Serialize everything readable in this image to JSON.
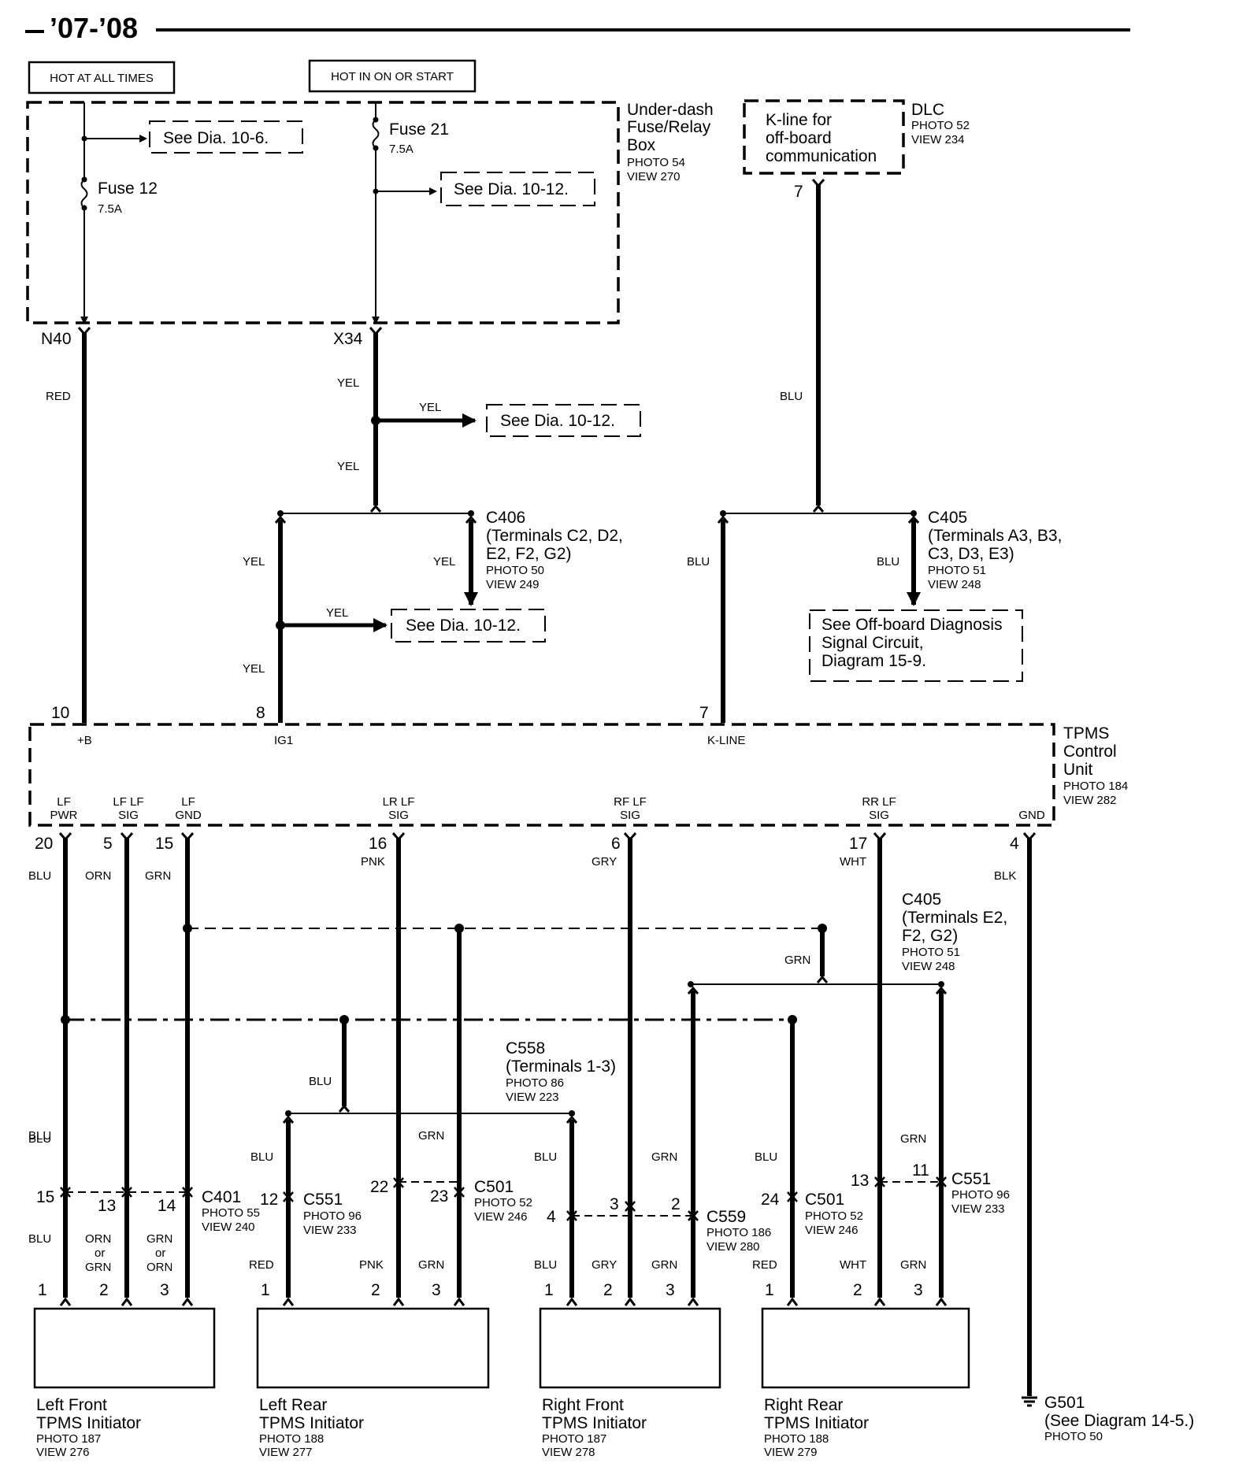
{
  "header": {
    "year_range": "’07-’08"
  },
  "power": {
    "hot_at_all_times": "HOT AT ALL TIMES",
    "hot_in_on_or_start": "HOT IN ON OR START"
  },
  "underdash_box": {
    "title_1": "Under-dash",
    "title_2": "Fuse/Relay",
    "title_3": "Box",
    "photo": "PHOTO 54",
    "view": "VIEW 270"
  },
  "fuse12": {
    "name": "Fuse 12",
    "rating": "7.5A",
    "ref": "See Dia. 10-6.",
    "out_terminal": "N40"
  },
  "fuse21": {
    "name": "Fuse 21",
    "rating": "7.5A",
    "ref": "See Dia. 10-12.",
    "out_terminal": "X34"
  },
  "dlc": {
    "box_1": "K-line for",
    "box_2": "off-board",
    "box_3": "communication",
    "title": "DLC",
    "photo": "PHOTO 52",
    "view": "VIEW 234",
    "pin": "7"
  },
  "wires": {
    "red": "RED",
    "yel": "YEL",
    "blu": "BLU",
    "orn": "ORN",
    "grn": "GRN",
    "pnk": "PNK",
    "gry": "GRY",
    "wht": "WHT",
    "blk": "BLK",
    "or": "or"
  },
  "refs": {
    "yel_branch": "See Dia. 10-12.",
    "ig1_branch": "See Dia. 10-12.",
    "offboard_1": "See Off-board Diagnosis",
    "offboard_2": "Signal Circuit,",
    "offboard_3": "Diagram 15-9."
  },
  "c406": {
    "name": "C406",
    "t1": "(Terminals C2, D2,",
    "t2": "E2, F2, G2)",
    "photo": "PHOTO 50",
    "view": "VIEW 249"
  },
  "c405a": {
    "name": "C405",
    "t1": "(Terminals A3, B3,",
    "t2": "C3, D3, E3)",
    "photo": "PHOTO 51",
    "view": "VIEW 248"
  },
  "c405b": {
    "name": "C405",
    "t1": "(Terminals E2,",
    "t2": "F2, G2)",
    "photo": "PHOTO 51",
    "view": "VIEW 248"
  },
  "tpms_unit": {
    "title_1": "TPMS",
    "title_2": "Control",
    "title_3": "Unit",
    "photo": "PHOTO 184",
    "view": "VIEW 282",
    "top_pins": [
      {
        "num": "10",
        "label": "+B"
      },
      {
        "num": "8",
        "label": "IG1"
      },
      {
        "num": "7",
        "label": "K-LINE"
      }
    ],
    "bottom_pins": [
      {
        "num": "20",
        "l1": "LF",
        "l2": "PWR"
      },
      {
        "num": "5",
        "l1": "LF LF",
        "l2": "SIG"
      },
      {
        "num": "15",
        "l1": "LF",
        "l2": "GND"
      },
      {
        "num": "16",
        "l1": "LR LF",
        "l2": "SIG"
      },
      {
        "num": "6",
        "l1": "RF LF",
        "l2": "SIG"
      },
      {
        "num": "17",
        "l1": "RR LF",
        "l2": "SIG"
      },
      {
        "num": "4",
        "l1": "",
        "l2": "GND"
      }
    ]
  },
  "c558": {
    "name": "C558",
    "t1": "(Terminals 1-3)",
    "photo": "PHOTO 86",
    "view": "VIEW 223"
  },
  "c401": {
    "name": "C401",
    "photo": "PHOTO 55",
    "view": "VIEW 240",
    "pins": [
      "15",
      "13",
      "14"
    ]
  },
  "c551_left": {
    "name": "C551",
    "photo": "PHOTO 96",
    "view": "VIEW 233",
    "pin": "12"
  },
  "c501_left": {
    "name": "C501",
    "photo": "PHOTO 52",
    "view": "VIEW 246",
    "pins": [
      "22",
      "23"
    ]
  },
  "c559": {
    "name": "C559",
    "photo": "PHOTO 186",
    "view": "VIEW 280",
    "pins": [
      "4",
      "3",
      "2"
    ]
  },
  "c501_right": {
    "name": "C501",
    "photo": "PHOTO 52",
    "view": "VIEW 246",
    "pin": "24"
  },
  "c551_right": {
    "name": "C551",
    "photo": "PHOTO 96",
    "view": "VIEW 233",
    "pins": [
      "13",
      "11"
    ]
  },
  "initiators": [
    {
      "l1": "Left Front",
      "l2": "TPMS Initiator",
      "photo": "PHOTO 187",
      "view": "VIEW 276"
    },
    {
      "l1": "Left Rear",
      "l2": "TPMS Initiator",
      "photo": "PHOTO 188",
      "view": "VIEW 277"
    },
    {
      "l1": "Right Front",
      "l2": "TPMS Initiator",
      "photo": "PHOTO 187",
      "view": "VIEW 278"
    },
    {
      "l1": "Right Rear",
      "l2": "TPMS Initiator",
      "photo": "PHOTO 188",
      "view": "VIEW 279"
    }
  ],
  "initiator_pins": [
    "1",
    "2",
    "3"
  ],
  "ground": {
    "name": "G501",
    "ref": "(See Diagram 14-5.)",
    "photo": "PHOTO 50"
  }
}
